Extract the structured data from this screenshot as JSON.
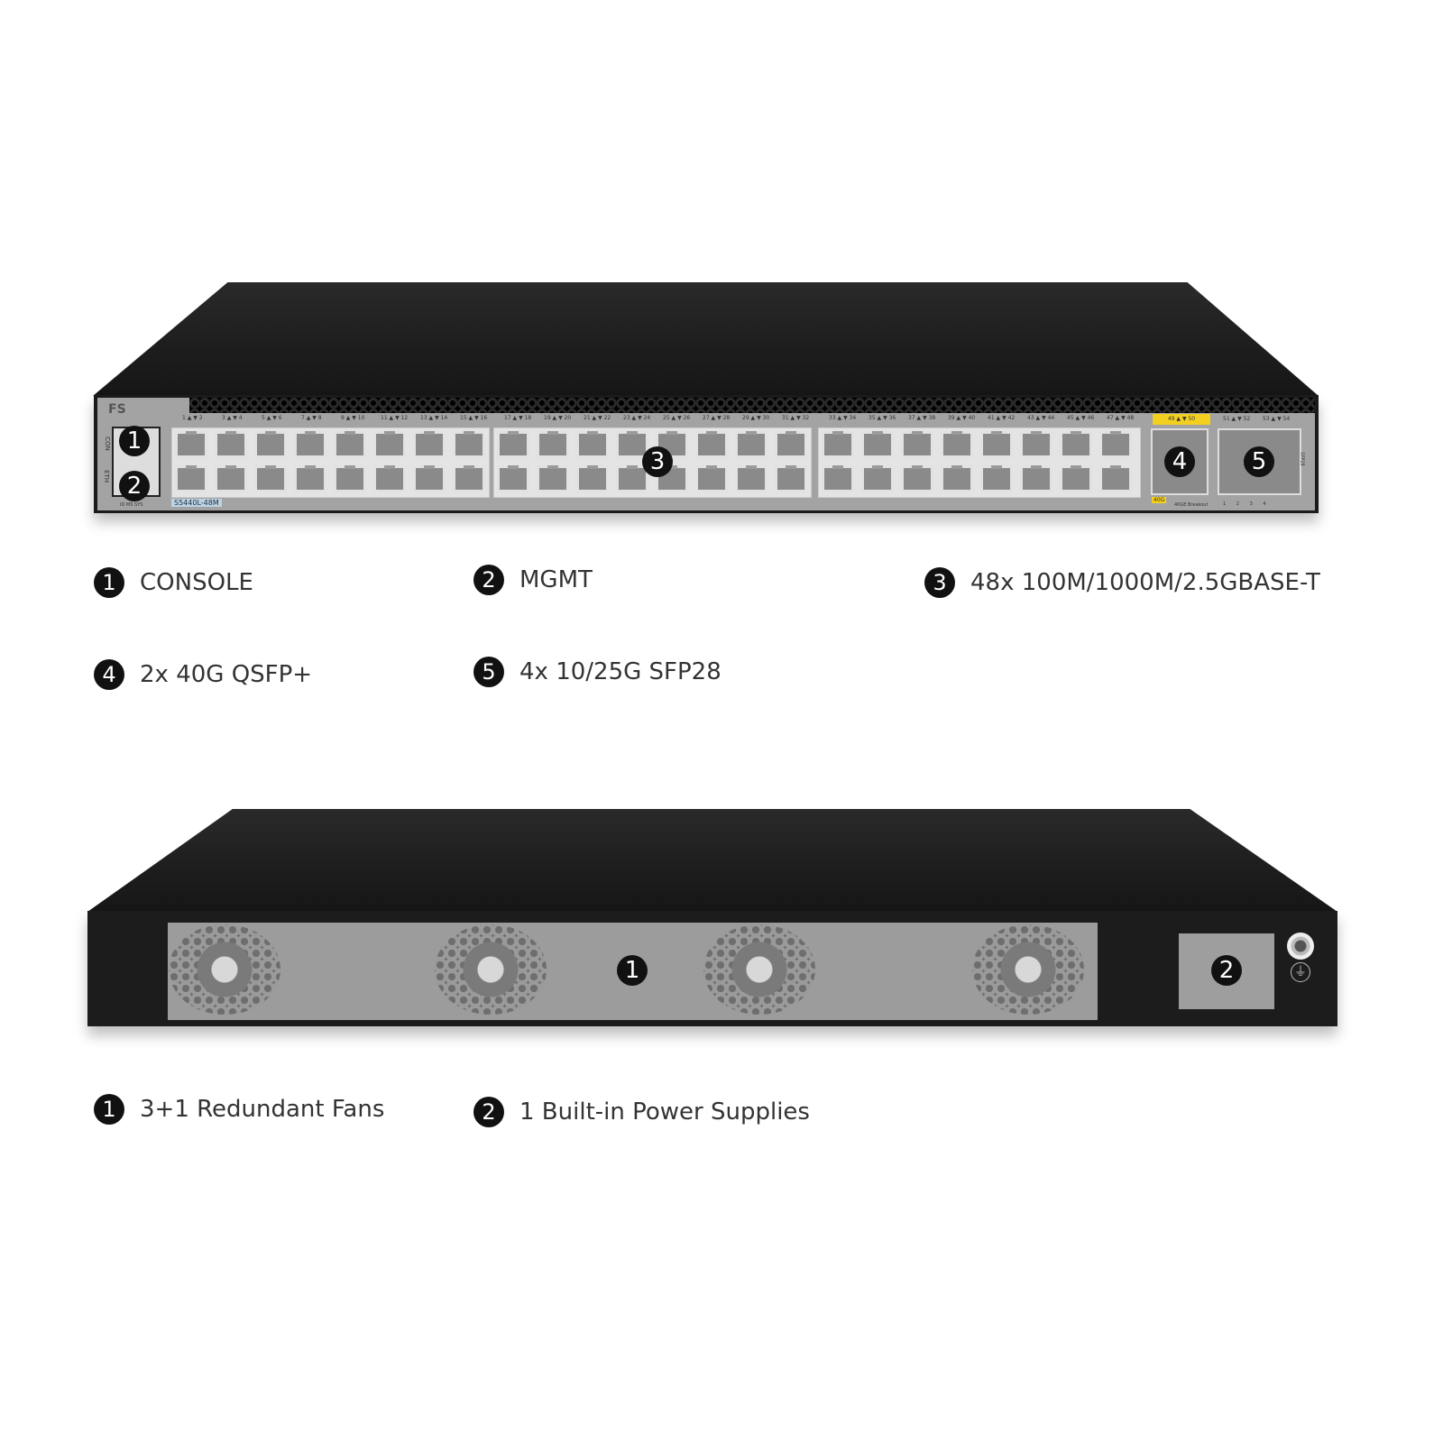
{
  "front": {
    "brand": "FS",
    "model": "S5440L-48M",
    "console_label": "CON",
    "mgmt_label": "ETH",
    "leds": [
      "ID",
      "MS",
      "SYS"
    ],
    "port_pair_labels": [
      "1 ▲ ▼ 2",
      "3 ▲ ▼ 4",
      "5 ▲ ▼ 6",
      "7 ▲ ▼ 8",
      "9 ▲ ▼ 10",
      "11 ▲ ▼ 12",
      "13 ▲ ▼ 14",
      "15 ▲ ▼ 16",
      "17 ▲ ▼ 18",
      "19 ▲ ▼ 20",
      "21 ▲ ▼ 22",
      "23 ▲ ▼ 24",
      "25 ▲ ▼ 26",
      "27 ▲ ▼ 28",
      "29 ▲ ▼ 30",
      "31 ▲ ▼ 32",
      "33 ▲ ▼ 34",
      "35 ▲ ▼ 36",
      "37 ▲ ▼ 38",
      "39 ▲ ▼ 40",
      "41 ▲ ▼ 42",
      "43 ▲ ▼ 44",
      "45 ▲ ▼ 46",
      "47 ▲ ▼ 48"
    ],
    "qsfp_label": "49 ▲ ▼ 50",
    "qsfp_speed": "40G",
    "breakout_label": "40GE Breakout",
    "breakout_leds": [
      "1",
      "2",
      "3",
      "4"
    ],
    "sfp_labels": [
      "51 ▲ ▼ 52",
      "53 ▲ ▼ 54"
    ],
    "sfp_side_label": "SFP28",
    "accent_yellow": "#f3cf1f",
    "callouts": [
      "1",
      "2",
      "3",
      "4",
      "5"
    ]
  },
  "front_legend": [
    {
      "num": "1",
      "text": "CONSOLE"
    },
    {
      "num": "2",
      "text": "MGMT"
    },
    {
      "num": "3",
      "text": "48x 100M/1000M/2.5GBASE-T"
    },
    {
      "num": "4",
      "text": "2x 40G QSFP+"
    },
    {
      "num": "5",
      "text": "4x 10/25G SFP28"
    }
  ],
  "rear": {
    "callouts": [
      "1",
      "2"
    ]
  },
  "rear_legend": [
    {
      "num": "1",
      "text": "3+1 Redundant Fans"
    },
    {
      "num": "2",
      "text": "1 Built-in Power Supplies"
    }
  ]
}
